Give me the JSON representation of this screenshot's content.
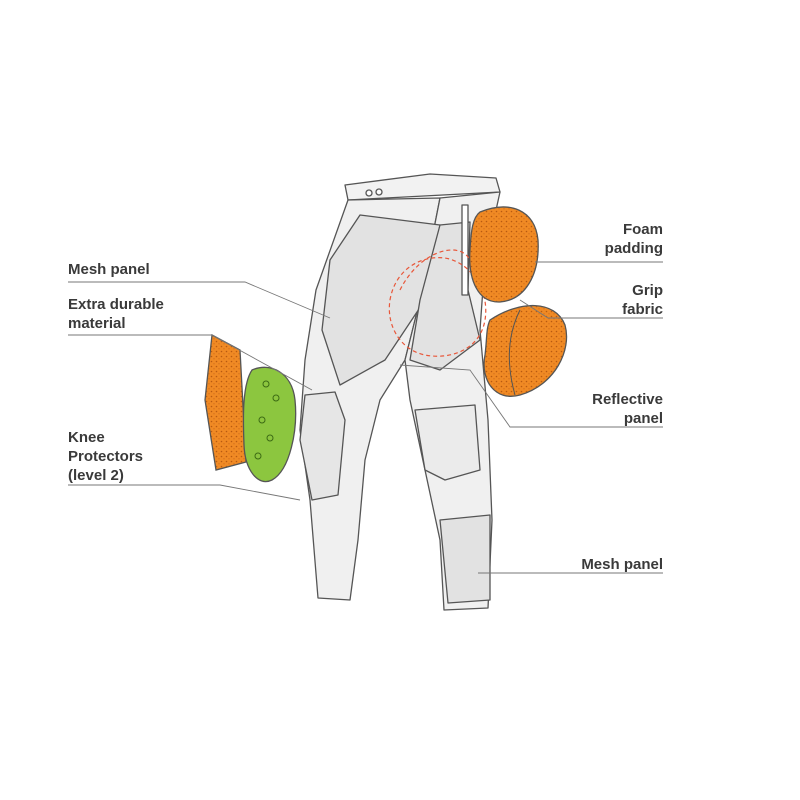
{
  "labels": {
    "mesh_panel_upper": "Mesh panel",
    "extra_durable": [
      "Extra durable",
      "material"
    ],
    "knee_protectors": [
      "Knee",
      "Protectors",
      "(level 2)"
    ],
    "foam_padding": [
      "Foam",
      "padding"
    ],
    "grip_fabric": [
      "Grip",
      "fabric"
    ],
    "reflective_panel": [
      "Reflective",
      "panel"
    ],
    "mesh_panel_lower": "Mesh panel"
  },
  "colors": {
    "text": "#3a3a3a",
    "outline": "#555555",
    "pants_fill": "#f0f0f0",
    "panel_fill": "#e2e2e2",
    "foam": "#f08a24",
    "knee_protector": "#8cc63f",
    "reflective_line": "#e8573a"
  }
}
